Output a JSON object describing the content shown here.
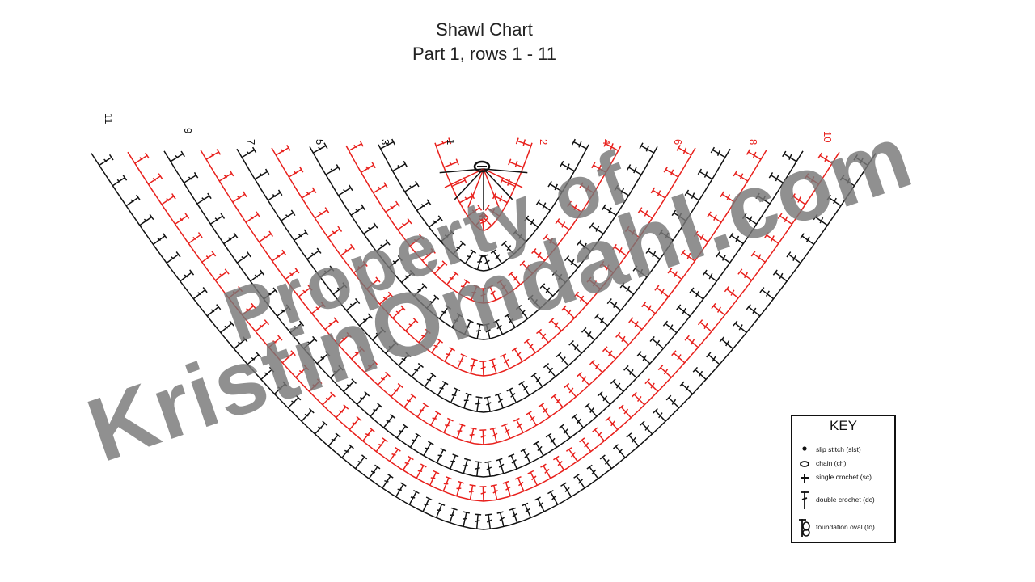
{
  "chart": {
    "title": "Shawl Chart",
    "subtitle": "Part 1, rows 1 - 11"
  },
  "row_labels": [
    "11",
    "9",
    "7",
    "5",
    "3",
    "1",
    "2",
    "4",
    "6",
    "8",
    "10"
  ],
  "colors": {
    "odd_rows": "#111111",
    "even_rows": "#e8201c",
    "watermark": "#787878"
  },
  "key": {
    "title": "KEY",
    "items": [
      {
        "symbol": "dot-icon",
        "label": "slip stitch (slst)"
      },
      {
        "symbol": "oval-icon",
        "label": "chain (ch)"
      },
      {
        "symbol": "plus-icon",
        "label": "single crochet (sc)"
      },
      {
        "symbol": "double-crochet-icon",
        "label": "double crochet (dc)"
      },
      {
        "symbol": "foundation-oval-icon",
        "label": "foundation oval (fo)"
      }
    ]
  },
  "watermark": {
    "line1": "Property of",
    "line2": "KristinOmdahl.com"
  }
}
